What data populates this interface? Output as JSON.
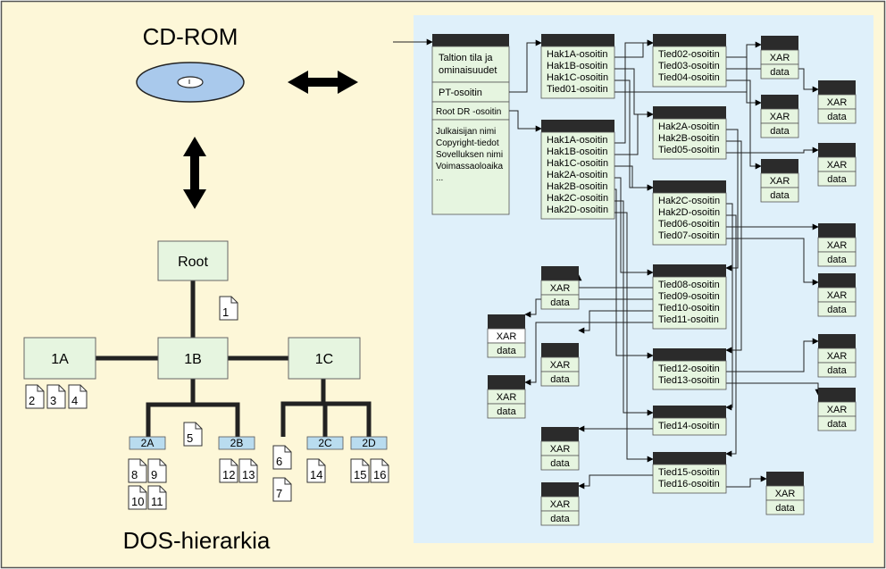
{
  "left": {
    "cdrom_label": "CD-ROM",
    "hierarchy_caption": "DOS-hierarkia",
    "nodes": {
      "root": "Root",
      "a1": "1A",
      "b1": "1B",
      "c1": "1C",
      "a2": "2A",
      "b2": "2B",
      "c2": "2C",
      "d2": "2D"
    },
    "files": {
      "f1": "1",
      "f2": "2",
      "f3": "3",
      "f4": "4",
      "f5": "5",
      "f6": "6",
      "f7": "7",
      "f8": "8",
      "f9": "9",
      "f10": "10",
      "f11": "11",
      "f12": "12",
      "f13": "13",
      "f14": "14",
      "f15": "15",
      "f16": "16"
    }
  },
  "right": {
    "volume_block": {
      "header": "Taltion tila ja",
      "header2": "ominaisuudet",
      "pt": "PT-osoitin",
      "root": "Root DR -osoitin",
      "lines": [
        "Julkaisijan nimi",
        "Copyright-tiedot",
        "Sovelluksen nimi",
        "Voimassaoloaika",
        "..."
      ]
    },
    "dir_root_top": [
      "Hak1A-osoitin",
      "Hak1B-osoitin",
      "Hak1C-osoitin",
      "Tied01-osoitin"
    ],
    "dir_root_main": [
      "Hak1A-osoitin",
      "Hak1B-osoitin",
      "Hak1C-osoitin",
      "Hak2A-osoitin",
      "Hak2B-osoitin",
      "Hak2C-osoitin",
      "Hak2D-osoitin"
    ],
    "dir_1a": [
      "Tied02-osoitin",
      "Tied03-osoitin",
      "Tied04-osoitin"
    ],
    "dir_1b": [
      "Hak2A-osoitin",
      "Hak2B-osoitin",
      "Tied05-osoitin"
    ],
    "dir_1c": [
      "Hak2C-osoitin",
      "Hak2D-osoitin",
      "Tied06-osoitin",
      "Tied07-osoitin"
    ],
    "dir_2a": [
      "Tied08-osoitin",
      "Tied09-osoitin",
      "Tied10-osoitin",
      "Tied11-osoitin"
    ],
    "dir_2b": [
      "Tied12-osoitin",
      "Tied13-osoitin"
    ],
    "dir_2c": [
      "Tied14-osoitin"
    ],
    "dir_2d": [
      "Tied15-osoitin",
      "Tied16-osoitin"
    ],
    "xar_label": "XAR",
    "data_label": "data"
  },
  "colors": {
    "frame_bg": "#fdf7d8",
    "panel_bg": "#dff0fa",
    "box_fill": "#e6f5e0",
    "header_fill": "#2b2b2b",
    "disc_fill": "#a9c9ec",
    "small_tag_fill": "#b9dcef"
  }
}
